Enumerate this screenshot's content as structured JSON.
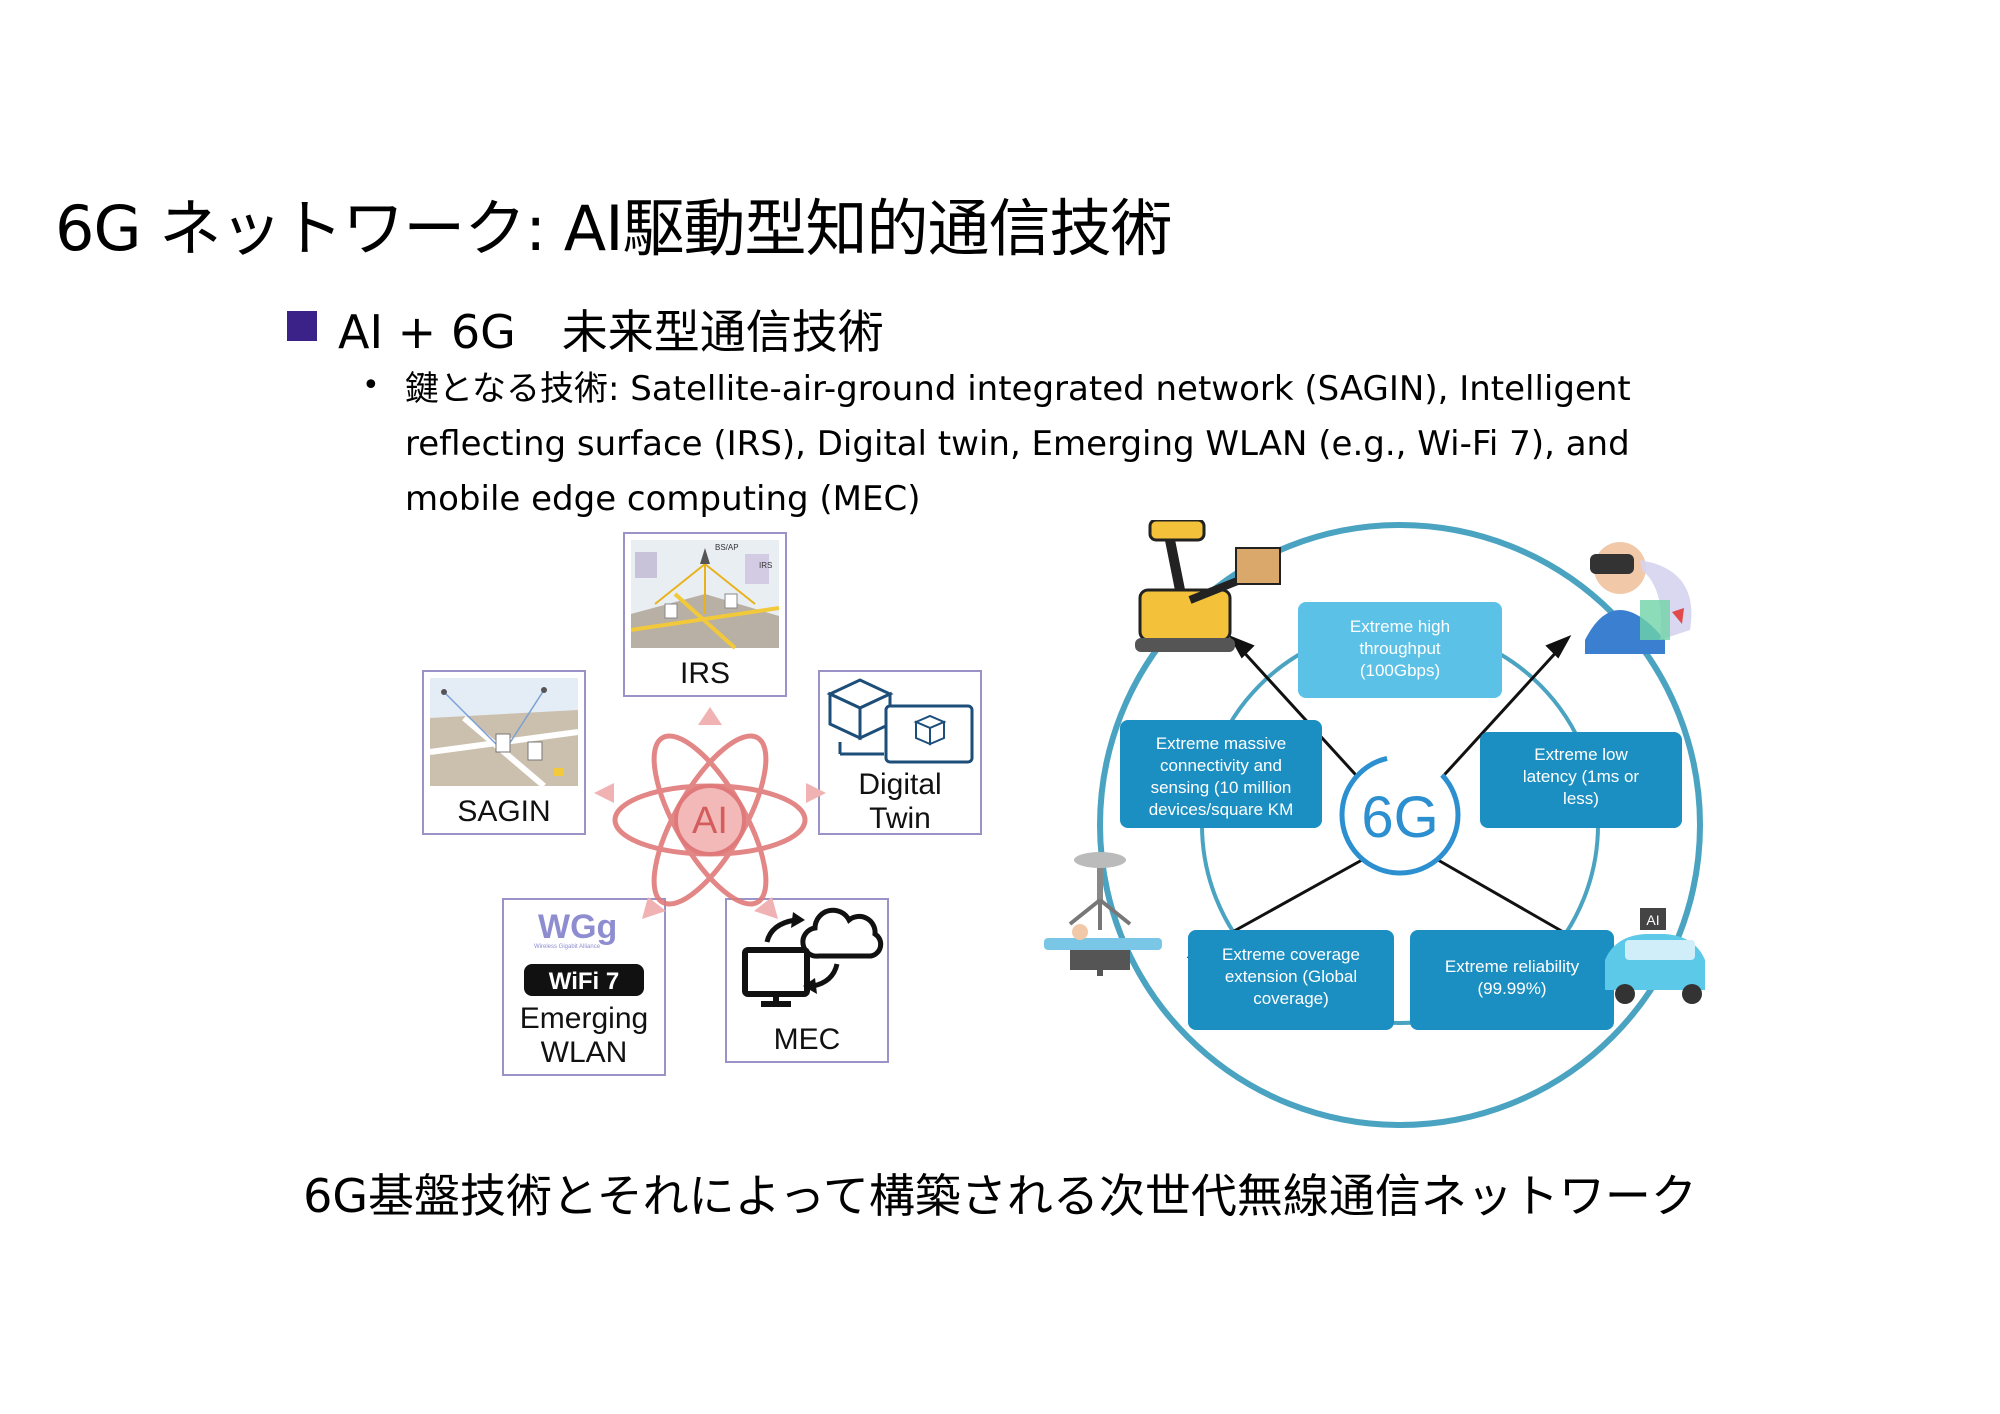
{
  "slide": {
    "title": "6G ネットワーク: AI駆動型知的通信技術",
    "heading": "AI + 6G　未来型通信技術",
    "bullet": "鍵となる技術: Satellite-air-ground integrated network (SAGIN), Intelligent reflecting surface (IRS), Digital twin, Emerging WLAN (e.g., Wi-Fi 7), and mobile edge computing (MEC)",
    "caption": "6G基盤技術とそれによって構築される次世代無線通信ネットワーク"
  },
  "left_diagram": {
    "center_label": "AI",
    "nodes": {
      "irs": "IRS",
      "sagin": "SAGIN",
      "digital_twin_1": "Digital",
      "digital_twin_2": "Twin",
      "wlan_1": "Emerging",
      "wlan_2": "WLAN",
      "mec": "MEC",
      "wifi_logo": "WiFi 7",
      "wg_logo": "WGg"
    },
    "irs_small": {
      "bs": "BS/AP",
      "irs": "IRS"
    },
    "colors": {
      "ai": "#e07a7a",
      "border": "#9b93c8"
    }
  },
  "right_diagram": {
    "center_label": "6G",
    "boxes": {
      "throughput": [
        "Extreme high",
        "throughput",
        "(100Gbps)"
      ],
      "massive": [
        "Extreme massive",
        "connectivity and",
        "sensing (10 million",
        "devices/square KM"
      ],
      "latency": [
        "Extreme low",
        "latency (1ms or",
        "less)"
      ],
      "coverage": [
        "Extreme coverage",
        "extension (Global",
        "coverage)"
      ],
      "reliability": [
        "Extreme reliability",
        "(99.99%)"
      ]
    },
    "ai_car_label": "AI",
    "colors": {
      "box": "#1b8fc1",
      "box_light": "#5bc1e6",
      "ring": "#4aa3c0"
    }
  }
}
